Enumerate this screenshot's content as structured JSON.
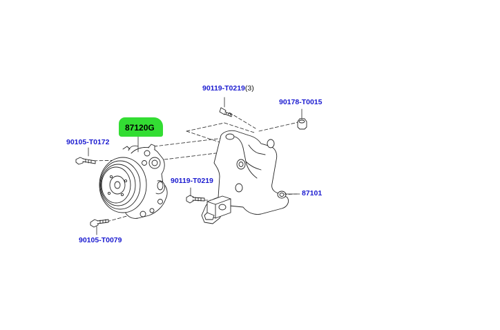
{
  "parts": {
    "p1": {
      "number": "90119-T0219",
      "qty": "(3)"
    },
    "p2": {
      "number": "90178-T0015"
    },
    "p3": {
      "number": "87120G"
    },
    "p4": {
      "number": "90105-T0172"
    },
    "p5": {
      "number": "90119-T0219"
    },
    "p6": {
      "number": "87101"
    },
    "p7": {
      "number": "90105-T0079"
    }
  },
  "colors": {
    "label_text": "#1a1ad0",
    "highlight": "#33dd33",
    "line_art": "#222222"
  }
}
